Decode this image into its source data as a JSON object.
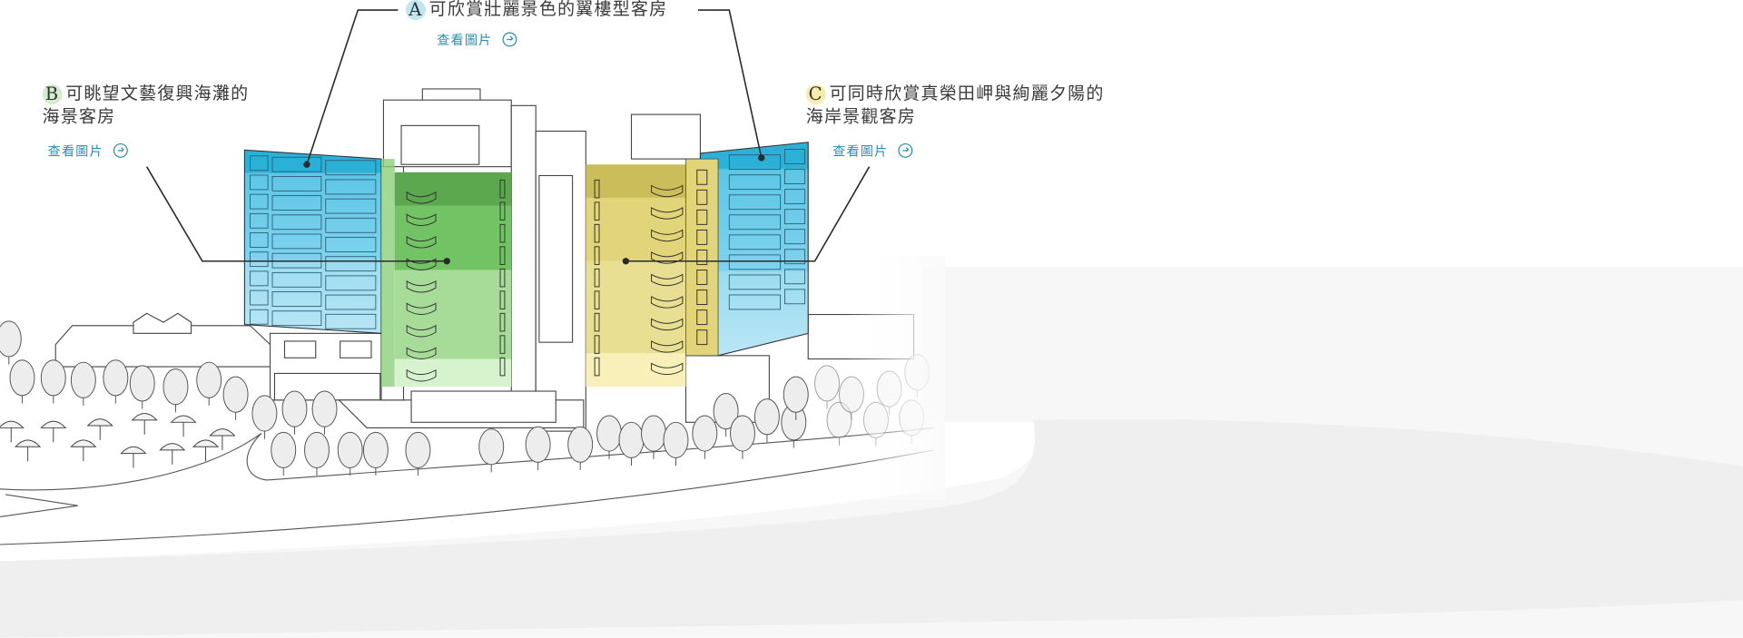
{
  "colors": {
    "accent_link": "#2a8db3",
    "zone_a": "#2bb0d8",
    "zone_b": "#72c364",
    "zone_c": "#e2d478",
    "badge_a": "#bfe6f3",
    "badge_b": "#d4edcf",
    "badge_c": "#f3eeb0"
  },
  "callouts": [
    {
      "letter": "A",
      "title_lines": [
        "可欣賞壯麗景色的翼樓型客房"
      ],
      "link_label": "查看圖片",
      "link_icon": "arrow-circle-icon"
    },
    {
      "letter": "B",
      "title_lines": [
        "可眺望文藝復興海灘的",
        "海景客房"
      ],
      "link_label": "查看圖片",
      "link_icon": "arrow-circle-icon"
    },
    {
      "letter": "C",
      "title_lines": [
        "可同時欣賞真榮田岬與絢麗夕陽的",
        "海岸景觀客房"
      ],
      "link_label": "查看圖片",
      "link_icon": "arrow-circle-icon"
    }
  ]
}
